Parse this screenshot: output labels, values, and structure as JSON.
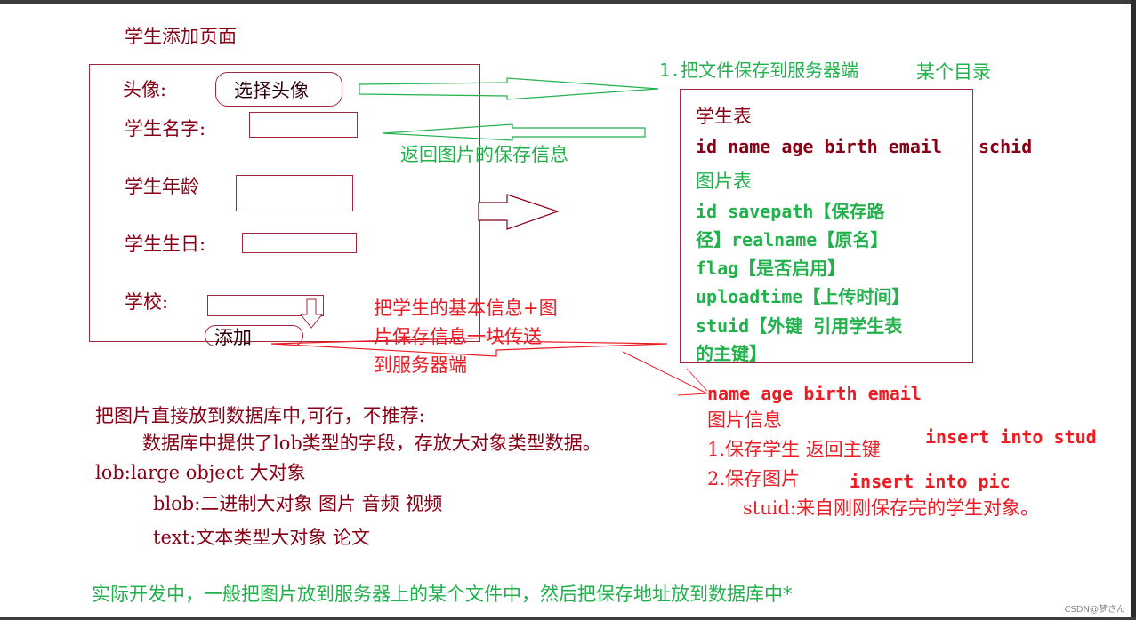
{
  "form": {
    "title": "学生添加页面",
    "avatar_label": "头像:",
    "avatar_button": "选择头像",
    "name_label": "学生名字:",
    "age_label": "学生年龄",
    "birthday_label": "学生生日:",
    "school_label": "学校:",
    "add_button": "添加"
  },
  "annotations": {
    "save_file": "1.把文件保存到服务器端",
    "save_file_dir": "某个目录",
    "return_info": "返回图片的保存信息",
    "send_info": [
      "把学生的基本信息+图",
      "片保存信息一块传送",
      "到服务器端"
    ]
  },
  "tables": {
    "student_title": "学生表",
    "student_cols": "id name age birth email",
    "student_extra": "schid",
    "picture_title": "图片表",
    "picture_lines": [
      "id  savepath【保存路",
      "径】realname【原名】",
      "flag【是否启用】",
      "uploadtime【上传时间】",
      "stuid【外键 引用学生表",
      "的主键】"
    ]
  },
  "server_steps": {
    "fields": "name age birth email",
    "pic_info": "图片信息",
    "step1": "1.保存学生 返回主键",
    "step1_sql": "insert into stud",
    "step2": "2.保存图片",
    "step2_sql": "insert into pic",
    "stuid_note": "stuid:来自刚刚保存完的学生对象。"
  },
  "notes": {
    "line1": "把图片直接放到数据库中,可行，不推荐:",
    "line2": "数据库中提供了lob类型的字段，存放大对象类型数据。",
    "line3": "lob:large object 大对象",
    "line4": "blob:二进制大对象 图片 音频 视频",
    "line5": "text:文本类型大对象  论文",
    "conclusion": "实际开发中，一般把图片放到服务器上的某个文件中，然后把保存地址放到数据库中*"
  },
  "watermark": "CSDN@梦さん",
  "colors": {
    "dark_red": "#880015",
    "green": "#22b14c",
    "red": "#ed1c24"
  }
}
